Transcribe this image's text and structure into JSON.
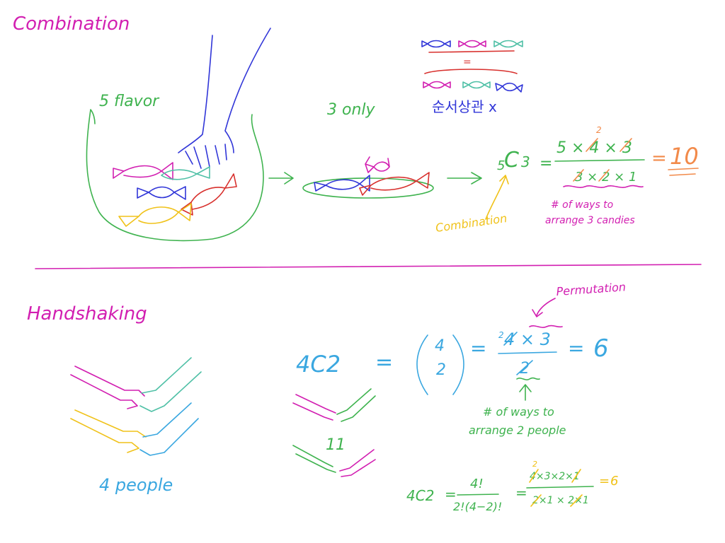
{
  "colors": {
    "magenta": "#d21fb1",
    "green": "#3fb34f",
    "blue": "#3136d8",
    "red": "#d8302d",
    "teal": "#4fc0a6",
    "yellow": "#f0c21a",
    "orange": "#f28a4a",
    "sky": "#3aa7e0",
    "purple": "#8d3fd6"
  },
  "combination": {
    "title": "Combination",
    "jar_label": "5 flavor",
    "plate_label": "3 only",
    "korean_note": "순서상관 x",
    "equals_mark": "=",
    "formula": {
      "n": "5",
      "symbol": "C",
      "k": "3",
      "numerator": "5 × 4 × 3",
      "numerator_small": "2",
      "denominator": "3 × 2 × 1",
      "eq": "=",
      "result": "10"
    },
    "arrow_note": "Combination",
    "ways_note_line1": "# of ways to",
    "ways_note_line2": "arrange 3 candies"
  },
  "handshaking": {
    "title": "Handshaking",
    "people_label": "4 people",
    "equals_mark": "11",
    "main_formula": {
      "lhs": "4C2",
      "eq1": "=",
      "binom_top": "4",
      "binom_bottom": "2",
      "eq2": "=",
      "numerator": "4 × 3",
      "numerator_small": "2",
      "denominator": "2",
      "eq3": "=",
      "result": "6"
    },
    "permutation_note": "Permutation",
    "ways_note_line1": "# of ways to",
    "ways_note_line2": "arrange 2 people",
    "factorial_formula": {
      "lhs": "4C2",
      "eq1": "=",
      "frac_top": "4!",
      "frac_bottom": "2!(4−2)!",
      "eq2": "=",
      "num": "4×3×2×1",
      "num_small": "2",
      "den": "2×1 × 2×1",
      "eq3": "=",
      "result": "6"
    }
  }
}
